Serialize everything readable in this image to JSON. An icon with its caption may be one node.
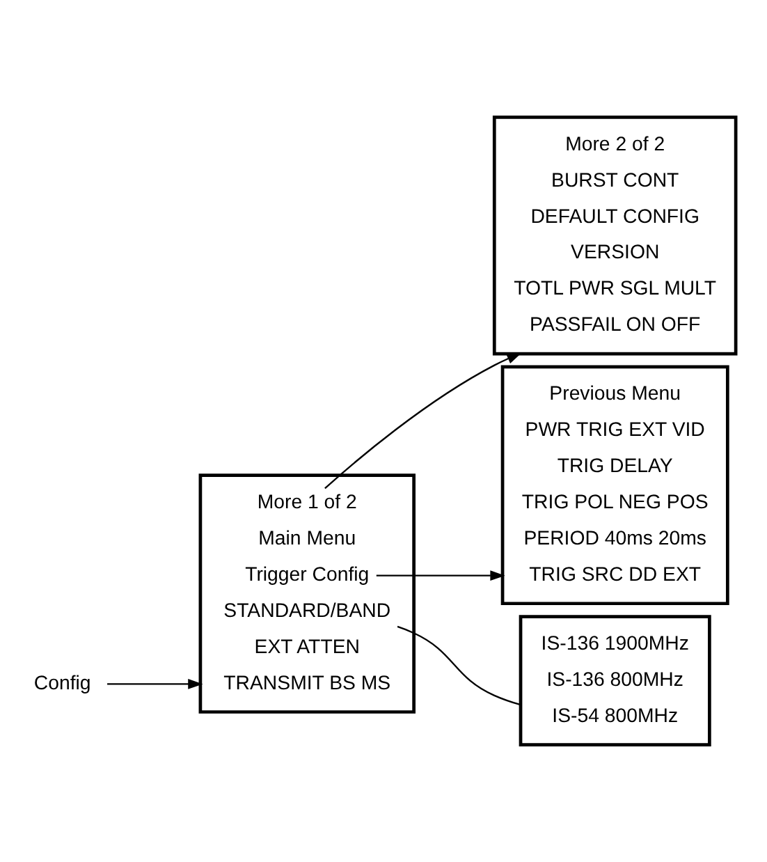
{
  "diagram": {
    "nodes": [
      {
        "text": [
          "Config"
        ]
      },
      {
        "text": [],
        "shape": "bar"
      },
      {
        "text": [
          "TRANSMIT BS MS"
        ],
        "in": 1
      },
      {
        "text": [
          "EXT ATTEN"
        ],
        "in": 1
      },
      {
        "text": [
          "STANDARD/BAND"
        ],
        "in": 1
      },
      {
        "text": [
          "Trigger Config"
        ],
        "in": 1
      },
      {
        "text": [
          "Main Menu"
        ],
        "in": 1
      },
      {
        "text": [
          "More 1 of 2"
        ],
        "in": 1
      },
      {
        "text": [],
        "shape": "bar"
      },
      {
        "text": [
          "IS-54 800MHz"
        ],
        "in": 8
      },
      {
        "text": [
          "IS-136 800MHz"
        ],
        "in": 8
      },
      {
        "text": [
          "IS-136 1900MHz"
        ],
        "in": 8
      },
      {
        "text": [],
        "shape": "bar"
      },
      {
        "text": [
          "TRIG SRC DD EXT"
        ],
        "in": 12
      },
      {
        "text": [
          "PERIOD 40ms 20ms"
        ],
        "in": 12
      },
      {
        "text": [
          "TRIG POL NEG POS"
        ],
        "in": 12
      },
      {
        "text": [
          "TRIG DELAY"
        ],
        "in": 12
      },
      {
        "text": [
          "PWR TRIG EXT VID"
        ],
        "in": 12
      },
      {
        "text": [
          "Previous Menu"
        ],
        "in": 12
      },
      {
        "text": [],
        "shape": "bar"
      },
      {
        "text": [
          "PASSFAIL ON OFF"
        ],
        "in": 19
      },
      {
        "text": [
          "TOTL PWR SGL MULT"
        ],
        "in": 19
      },
      {
        "text": [
          "VERSION"
        ],
        "in": 19
      },
      {
        "text": [
          "DEFAULT CONFIG"
        ],
        "in": 19
      },
      {
        "text": [
          "BURST CONT"
        ],
        "in": 19
      },
      {
        "text": [
          "More 2 of 2"
        ],
        "in": 19
      }
    ],
    "edges": [
      {
        "from": 0,
        "to": 1,
        "arrow": "to"
      },
      {
        "from": 4,
        "to": 8,
        "arrow": "none"
      },
      {
        "from": 5,
        "to": 12,
        "arrow": "to"
      },
      {
        "from": 7,
        "to": 19,
        "arrow": "to"
      }
    ]
  }
}
